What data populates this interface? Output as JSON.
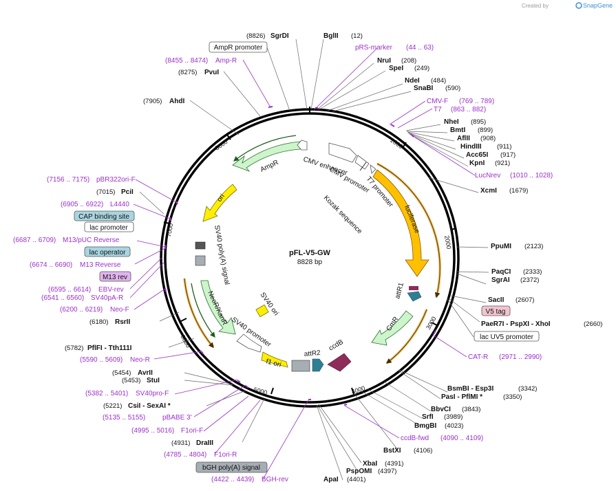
{
  "credit": {
    "prefix": "Created by",
    "brand": "SnapGene"
  },
  "plasmid": {
    "name": "pFL-V5-GW",
    "length_text": "8828 bp"
  },
  "ticks": [
    "1000",
    "2000",
    "3000",
    "4000",
    "5000",
    "6000",
    "7000",
    "8000"
  ],
  "restriction_sites": [
    {
      "name": "SgrDI",
      "pos": "(8826)"
    },
    {
      "name": "BglII",
      "pos": "(12)"
    },
    {
      "name": "NruI",
      "pos": "(208)"
    },
    {
      "name": "SpeI",
      "pos": "(249)"
    },
    {
      "name": "NdeI",
      "pos": "(484)"
    },
    {
      "name": "SnaBI",
      "pos": "(590)"
    },
    {
      "name": "NheI",
      "pos": "(895)"
    },
    {
      "name": "BmtI",
      "pos": "(899)"
    },
    {
      "name": "AflII",
      "pos": "(908)"
    },
    {
      "name": "HindIII",
      "pos": "(911)"
    },
    {
      "name": "Acc65I",
      "pos": "(917)"
    },
    {
      "name": "KpnI",
      "pos": "(921)"
    },
    {
      "name": "XcmI",
      "pos": "(1679)"
    },
    {
      "name": "PpuMI",
      "pos": "(2123)"
    },
    {
      "name": "PaqCI",
      "pos": "(2333)"
    },
    {
      "name": "SgrAI",
      "pos": "(2372)"
    },
    {
      "name": "SacII",
      "pos": "(2607)"
    },
    {
      "name": "PaeR7I - PspXI - XhoI",
      "pos": "(2660)"
    },
    {
      "name": "BsmBI - Esp3I",
      "pos": "(3342)"
    },
    {
      "name": "PasI - PflMI *",
      "pos": "(3350)"
    },
    {
      "name": "BbvCI",
      "pos": "(3843)"
    },
    {
      "name": "SrfI",
      "pos": "(3989)"
    },
    {
      "name": "BmgBI",
      "pos": "(4023)"
    },
    {
      "name": "BstXI",
      "pos": "(4106)"
    },
    {
      "name": "XbaI",
      "pos": "(4391)"
    },
    {
      "name": "PspOMI",
      "pos": "(4397)"
    },
    {
      "name": "ApaI",
      "pos": "(4401)"
    },
    {
      "name": "DraIII",
      "pos": "(4931)"
    },
    {
      "name": "CsiI - SexAI *",
      "pos": "(5221)"
    },
    {
      "name": "StuI",
      "pos": "(5453)"
    },
    {
      "name": "AvrII",
      "pos": "(5454)"
    },
    {
      "name": "PflFI - Tth111I",
      "pos": "(5782)"
    },
    {
      "name": "RsrII",
      "pos": "(6180)"
    },
    {
      "name": "PciI",
      "pos": "(7015)"
    },
    {
      "name": "AhdI",
      "pos": "(7905)"
    },
    {
      "name": "PvuI",
      "pos": "(8275)"
    }
  ],
  "primers": [
    {
      "name": "pRS-marker",
      "range": "(44 .. 63)"
    },
    {
      "name": "Amp-R",
      "range": "(8455 .. 8474)"
    },
    {
      "name": "CMV-F",
      "range": "(769 .. 789)"
    },
    {
      "name": "T7",
      "range": "(863 .. 882)"
    },
    {
      "name": "LucNrev",
      "range": "(1010 .. 1028)"
    },
    {
      "name": "pBR322ori-F",
      "range": "(7156 .. 7175)"
    },
    {
      "name": "L4440",
      "range": "(6905 .. 6922)"
    },
    {
      "name": "M13/pUC Reverse",
      "range": "(6687 .. 6709)"
    },
    {
      "name": "M13 Reverse",
      "range": "(6674 .. 6690)"
    },
    {
      "name": "EBV-rev",
      "range": "(6595 .. 6614)"
    },
    {
      "name": "SV40pA-R",
      "range": "(6541 .. 6560)"
    },
    {
      "name": "Neo-F",
      "range": "(6200 .. 6219)"
    },
    {
      "name": "Neo-R",
      "range": "(5590 .. 5609)"
    },
    {
      "name": "SV40pro-F",
      "range": "(5382 .. 5401)"
    },
    {
      "name": "pBABE 3'",
      "range": "(5135 .. 5155)"
    },
    {
      "name": "F1ori-F",
      "range": "(4995 .. 5016)"
    },
    {
      "name": "F1ori-R",
      "range": "(4785 .. 4804)"
    },
    {
      "name": "BGH-rev",
      "range": "(4422 .. 4439)"
    },
    {
      "name": "CAT-R",
      "range": "(2971 .. 2990)"
    },
    {
      "name": "ccdB-fwd",
      "range": "(4090 .. 4109)"
    }
  ],
  "boxed_labels": {
    "ampr_promoter": "AmpR promoter",
    "cap_binding_site": "CAP binding site",
    "lac_promoter": "lac promoter",
    "lac_operator": "lac operator",
    "m13_rev": "M13 rev",
    "v5_tag": "V5 tag",
    "lac_uv5_promoter": "lac UV5 promoter",
    "bgh_polya": "bGH poly(A) signal"
  },
  "features": {
    "ampr": "AmpR",
    "ori": "ori",
    "cmv_enhancer": "CMV enhancer",
    "cmv_promoter": "CMV promoter",
    "t7_promoter": "T7 promoter",
    "kozak": "Kozak sequence",
    "luciferase": "luciferase",
    "attr1": "attR1",
    "cmr": "CmR",
    "ccdb": "ccdB",
    "attr2": "attR2",
    "f1_ori": "f1 ori",
    "sv40_promoter": "SV40 promoter",
    "sv40_ori": "SV40 ori",
    "neor": "NeoR/KanR",
    "sv40_polya": "SV40 poly(A) signal"
  },
  "colors": {
    "primer": "#9b30c9",
    "ampr": "#ccf5cc",
    "ori": "#ffee00",
    "luciferase": "#ffc000",
    "ccdb": "#8e2d5a",
    "attr": "#2e7f94",
    "grey_box": "#a6aeb4",
    "lac_operator": "#a9d4e0",
    "v5": "#f2c4d0"
  }
}
